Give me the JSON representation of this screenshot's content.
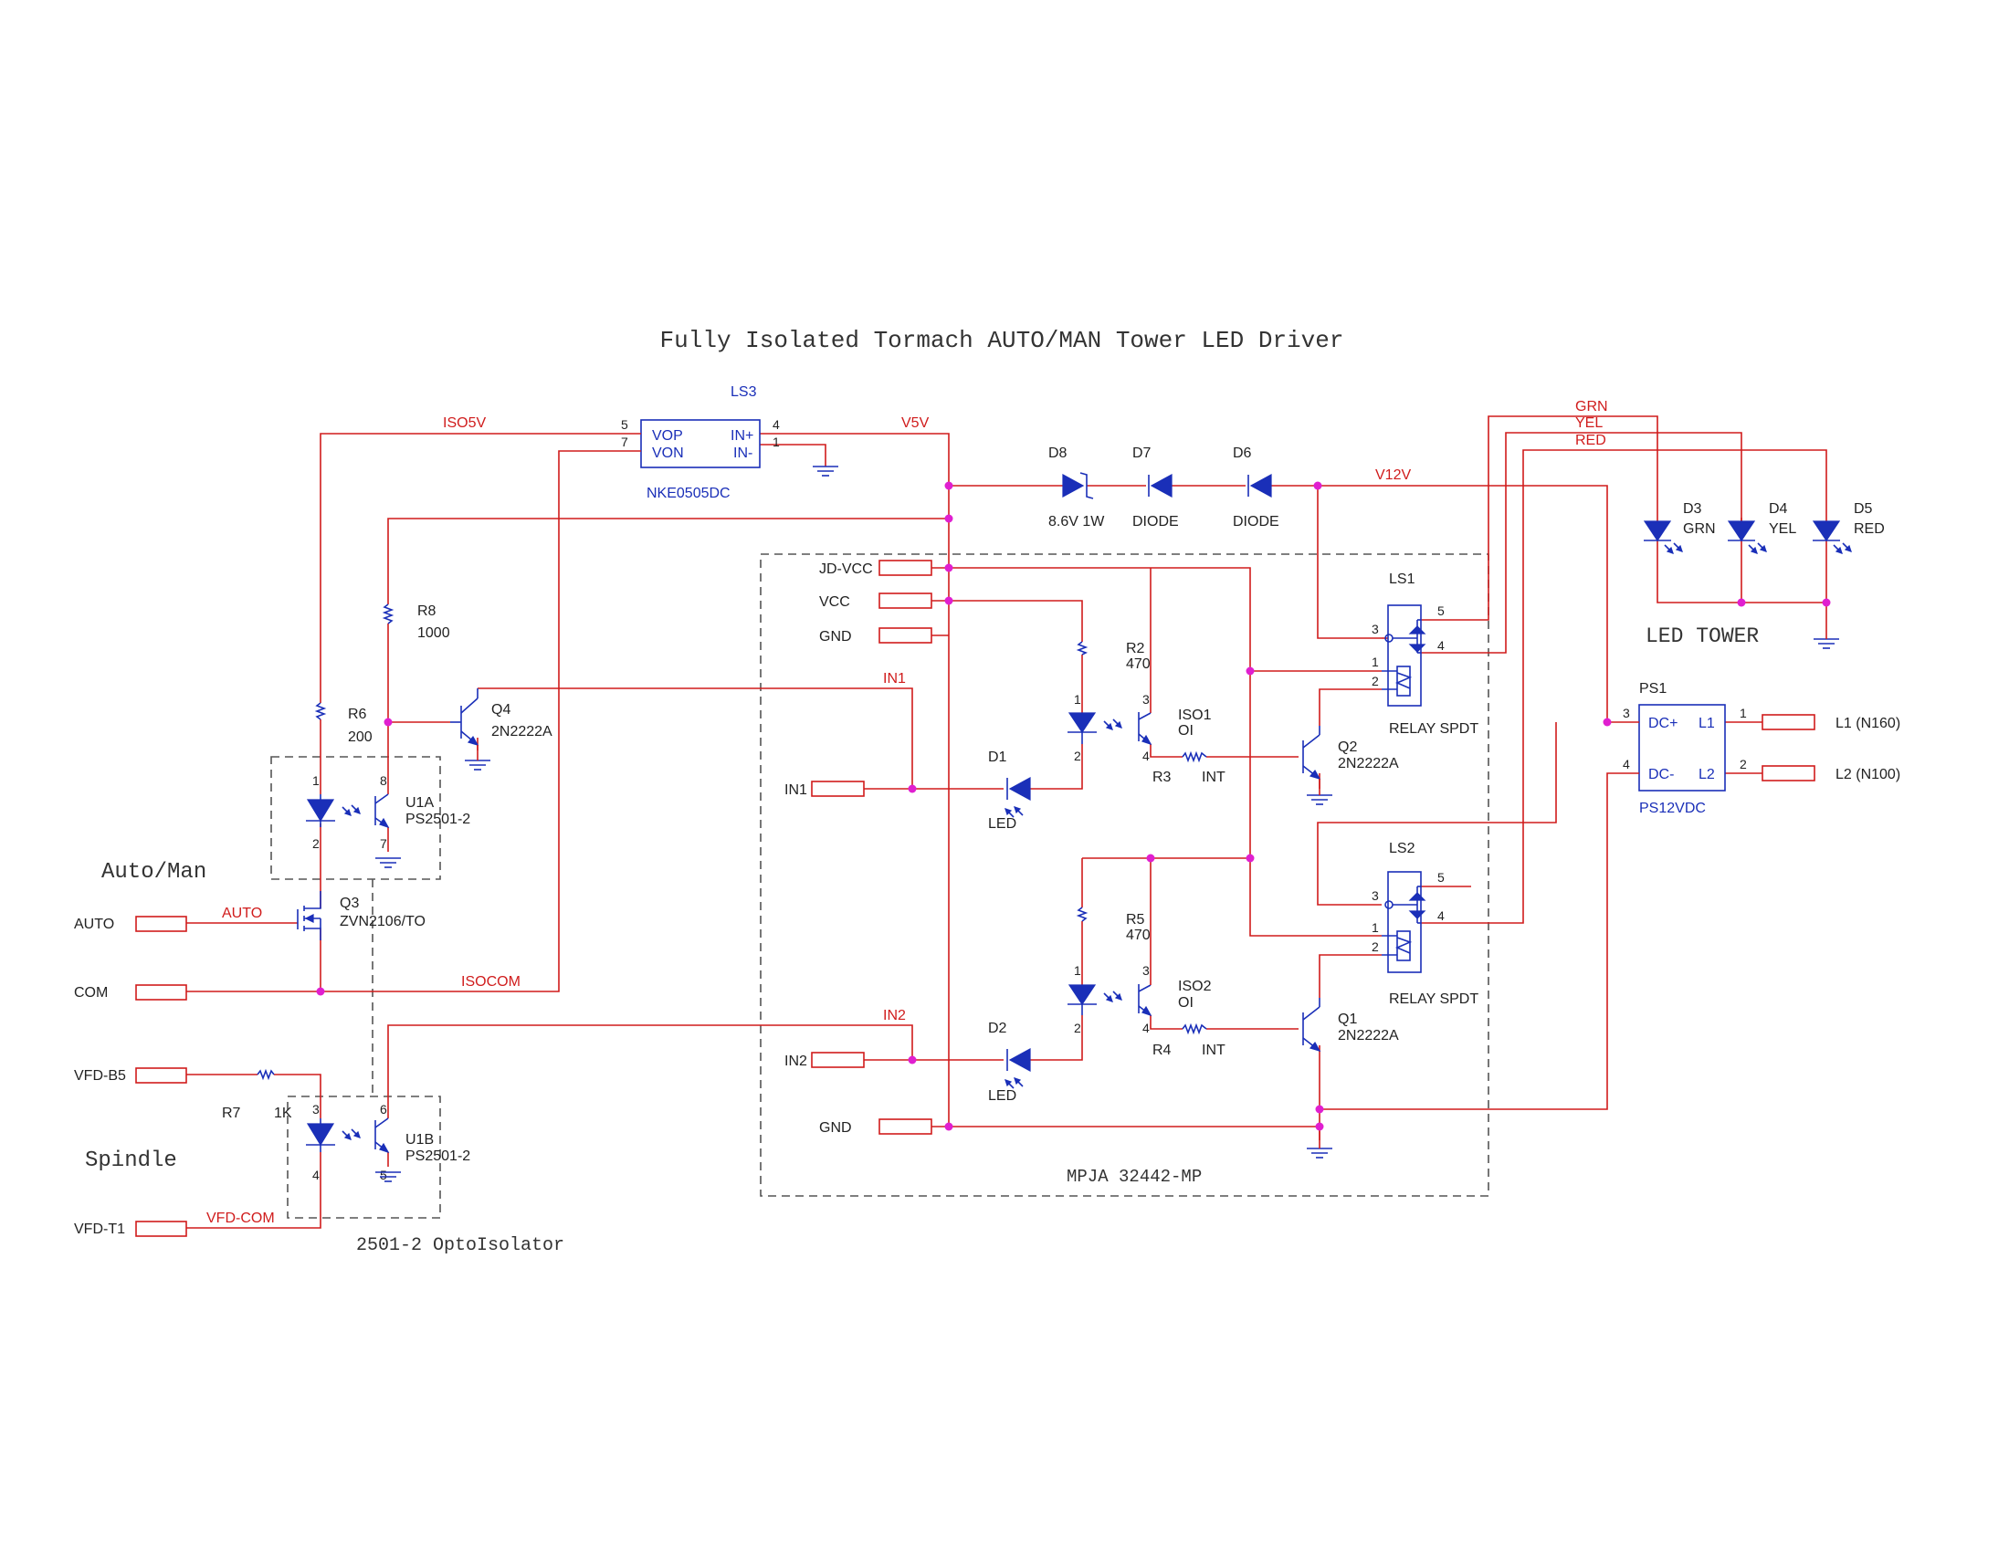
{
  "title": "Fully Isolated Tormach AUTO/MAN Tower LED Driver",
  "nets": {
    "iso5v": "ISO5V",
    "v5v": "V5V",
    "v12v": "V12V",
    "isocom": "ISOCOM",
    "auto": "AUTO",
    "in1": "IN1",
    "in2": "IN2",
    "vfd_com": "VFD-COM",
    "grn": "GRN",
    "yel": "YEL",
    "red": "RED"
  },
  "connectors": {
    "auto": "AUTO",
    "com": "COM",
    "vfd_b5": "VFD-B5",
    "vfd_t1": "VFD-T1",
    "jd_vcc": "JD-VCC",
    "vcc": "VCC",
    "gnd": "GND",
    "in1": "IN1",
    "in2": "IN2",
    "gnd2": "GND",
    "l1": "L1 (N160)",
    "l2": "L2 (N100)"
  },
  "sections": {
    "auto_man": "Auto/Man",
    "spindle": "Spindle",
    "opto": "2501-2 OptoIsolator",
    "module": "MPJA 32442-MP",
    "tower": "LED TOWER"
  },
  "components": {
    "ls3": {
      "ref": "LS3",
      "value": "NKE0505DC",
      "vop": "VOP",
      "von": "VON",
      "inp": "IN+",
      "inm": "IN-"
    },
    "d8": {
      "ref": "D8",
      "value": "8.6V 1W"
    },
    "d7": {
      "ref": "D7",
      "value": "DIODE"
    },
    "d6": {
      "ref": "D6",
      "value": "DIODE"
    },
    "r8": {
      "ref": "R8",
      "value": "1000"
    },
    "r6": {
      "ref": "R6",
      "value": "200"
    },
    "q4": {
      "ref": "Q4",
      "value": "2N2222A"
    },
    "u1a": {
      "ref": "U1A",
      "value": "PS2501-2"
    },
    "q3": {
      "ref": "Q3",
      "value": "ZVN2106/TO"
    },
    "r7": {
      "ref": "R7",
      "value": "1K"
    },
    "u1b": {
      "ref": "U1B",
      "value": "PS2501-2"
    },
    "r2": {
      "ref": "R2",
      "value": "470"
    },
    "iso1": {
      "ref": "ISO1",
      "value": "OI"
    },
    "d1": {
      "ref": "D1",
      "value": "LED"
    },
    "r3": {
      "ref": "R3",
      "value": "INT"
    },
    "q2": {
      "ref": "Q2",
      "value": "2N2222A"
    },
    "ls1": {
      "ref": "LS1",
      "value": "RELAY SPDT"
    },
    "r5": {
      "ref": "R5",
      "value": "470"
    },
    "iso2": {
      "ref": "ISO2",
      "value": "OI"
    },
    "d2": {
      "ref": "D2",
      "value": "LED"
    },
    "r4": {
      "ref": "R4",
      "value": "INT"
    },
    "q1": {
      "ref": "Q1",
      "value": "2N2222A"
    },
    "ls2": {
      "ref": "LS2",
      "value": "RELAY SPDT"
    },
    "d3": {
      "ref": "D3",
      "value": "GRN"
    },
    "d4": {
      "ref": "D4",
      "value": "YEL"
    },
    "d5": {
      "ref": "D5",
      "value": "RED"
    },
    "ps1": {
      "ref": "PS1",
      "value": "PS12VDC",
      "dcp": "DC+",
      "dcm": "DC-",
      "l1": "L1",
      "l2": "L2"
    }
  },
  "pins": {
    "ls3_5": "5",
    "ls3_7": "7",
    "ls3_4": "4",
    "ls3_1": "1",
    "u1a_1": "1",
    "u1a_2": "2",
    "u1a_8": "8",
    "u1a_7": "7",
    "u1b_3": "3",
    "u1b_4": "4",
    "u1b_6": "6",
    "u1b_5": "5",
    "iso1_1": "1",
    "iso1_2": "2",
    "iso1_3": "3",
    "iso1_4": "4",
    "iso2_1": "1",
    "iso2_2": "2",
    "iso2_3": "3",
    "iso2_4": "4",
    "ls1_3": "3",
    "ls1_5": "5",
    "ls1_4": "4",
    "ls1_1": "1",
    "ls1_2": "2",
    "ls2_3": "3",
    "ls2_5": "5",
    "ls2_4": "4",
    "ls2_1": "1",
    "ls2_2": "2",
    "ps1_3": "3",
    "ps1_4": "4",
    "ps1_1": "1",
    "ps1_2": "2"
  }
}
